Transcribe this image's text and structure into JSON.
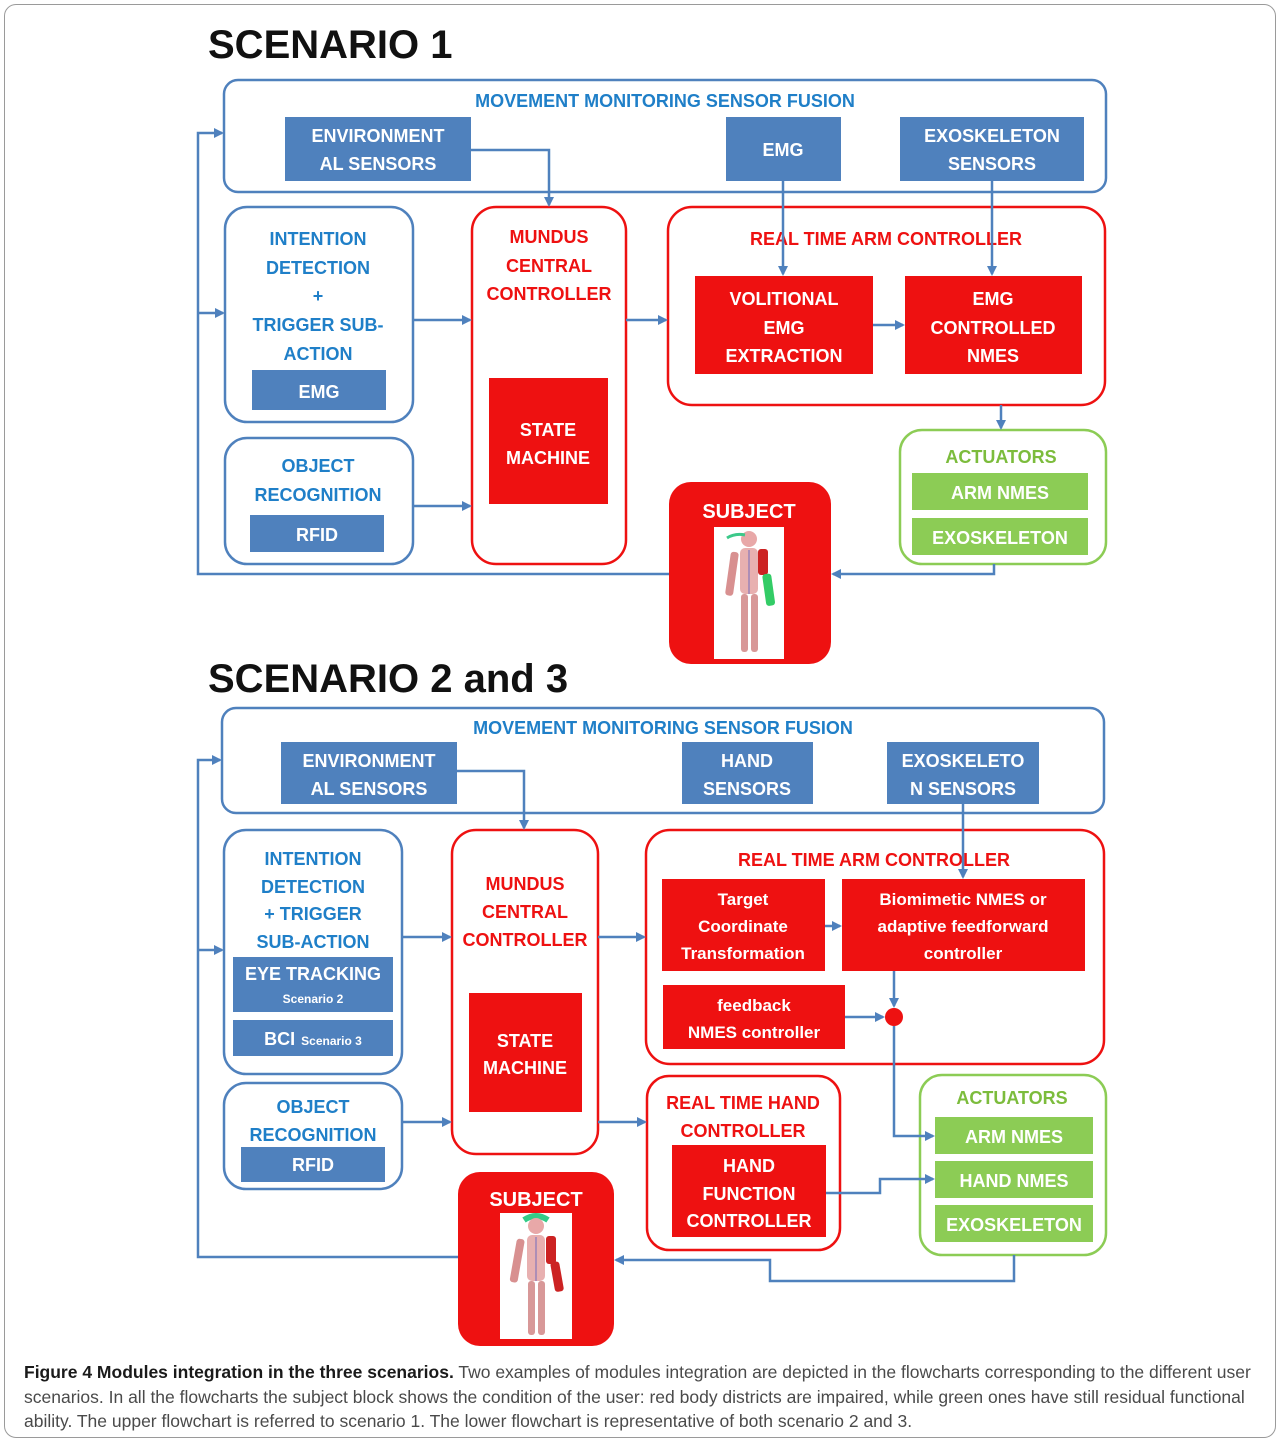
{
  "s1": {
    "title": "SCENARIO 1",
    "sensor_fusion": "MOVEMENT  MONITORING  SENSOR FUSION",
    "env_sensors": [
      "ENVIRONMENT",
      "AL SENSORS"
    ],
    "emg_sensor": "EMG",
    "exo_sensors": [
      "EXOSKELETON",
      "SENSORS"
    ],
    "intention": [
      "INTENTION",
      "DETECTION",
      "+",
      "TRIGGER SUB-",
      "ACTION"
    ],
    "intention_emg": "EMG",
    "object_recognition": [
      "OBJECT",
      "RECOGNITION"
    ],
    "rfid": "RFID",
    "mundus": [
      "MUNDUS",
      "CENTRAL",
      "CONTROLLER"
    ],
    "state_machine": [
      "STATE",
      "MACHINE"
    ],
    "rt_arm_controller": "REAL TIME  ARM  CONTROLLER",
    "volitional": [
      "VOLITIONAL",
      "EMG",
      "EXTRACTION"
    ],
    "emg_controlled": [
      "EMG",
      "CONTROLLED",
      "NMES"
    ],
    "actuators": "ACTUATORS",
    "arm_nmes": "ARM NMES",
    "exoskeleton": "EXOSKELETON",
    "subject": "SUBJECT"
  },
  "s2": {
    "title": "SCENARIO 2 and 3",
    "sensor_fusion": "MOVEMENT  MONITORING  SENSOR FUSION",
    "env_sensors": [
      "ENVIRONMENT",
      "AL SENSORS"
    ],
    "hand_sensors": [
      "HAND",
      "SENSORS"
    ],
    "exo_sensors": [
      "EXOSKELETO",
      "N SENSORS"
    ],
    "intention": [
      "INTENTION",
      "DETECTION",
      "+ TRIGGER",
      "SUB-ACTION"
    ],
    "eye_tracking": "EYE TRACKING",
    "eye_tracking_sub": "Scenario 2",
    "bci": "BCI",
    "bci_sub": "Scenario 3",
    "object_recognition": [
      "OBJECT",
      "RECOGNITION"
    ],
    "rfid": "RFID",
    "mundus": [
      "MUNDUS",
      "CENTRAL",
      "CONTROLLER"
    ],
    "state_machine": [
      "STATE",
      "MACHINE"
    ],
    "rt_arm_controller": "REAL TIME ARM CONTROLLER",
    "target": [
      "Target",
      "Coordinate",
      "Transformation"
    ],
    "biomimetic": [
      "Biomimetic NMES or",
      "adaptive feedforward",
      "controller"
    ],
    "feedback": [
      "feedback",
      "NMES controller"
    ],
    "rt_hand_controller": [
      "REAL TIME HAND",
      "CONTROLLER"
    ],
    "hand_function": [
      "HAND",
      "FUNCTION",
      "CONTROLLER"
    ],
    "actuators": "ACTUATORS",
    "arm_nmes": "ARM NMES",
    "hand_nmes": "HAND NMES",
    "exoskeleton": "EXOSKELETON",
    "subject": "SUBJECT"
  },
  "caption": {
    "bold": "Figure 4 Modules integration in the three scenarios.",
    "text": " Two examples of modules integration are depicted in the flowcharts corresponding to the different user scenarios. In all the flowcharts the subject block shows the condition of the user: red body districts are impaired, while green ones have still residual functional ability. The upper flowchart is referred to scenario 1. The lower flowchart is representative of both scenario 2 and 3."
  },
  "colors": {
    "blue": "#4f81bd",
    "blue_text": "#1f7fc8",
    "red": "#ee1111",
    "green": "#8ccc55",
    "green_text": "#7cbc3c"
  }
}
